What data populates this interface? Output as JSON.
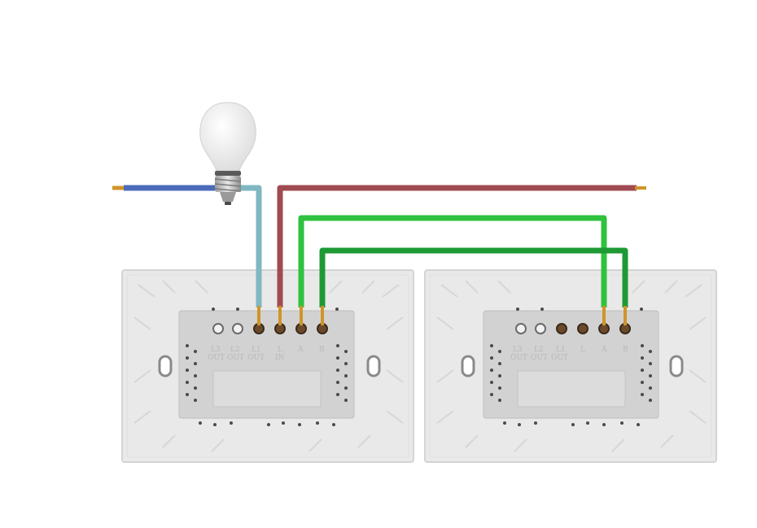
{
  "switches": [
    {
      "id": "left",
      "terminal_labels": [
        "L3",
        "L2",
        "L1",
        "L",
        "A",
        "B"
      ],
      "function_labels": [
        "OUT",
        "OUT",
        "OUT",
        "IN"
      ]
    },
    {
      "id": "right",
      "terminal_labels": [
        "L3",
        "L2",
        "L1",
        "L",
        "A",
        "B"
      ],
      "function_labels": [
        "OUT",
        "OUT",
        "OUT"
      ]
    }
  ],
  "wires": [
    {
      "name": "neutral-wire",
      "color": "#4a6bb8"
    },
    {
      "name": "lamp-to-load-wire",
      "color": "#7fb7c2"
    },
    {
      "name": "live-wire",
      "color": "#a04a52"
    },
    {
      "name": "traveler-a-wire",
      "color": "#2fc23f"
    },
    {
      "name": "traveler-b-wire",
      "color": "#1e9a34"
    }
  ],
  "colors": {
    "panel": "#e6e6e6",
    "panel_edge": "#d2d2d2",
    "module": "#cfcfcf",
    "copper": "#d09428"
  }
}
